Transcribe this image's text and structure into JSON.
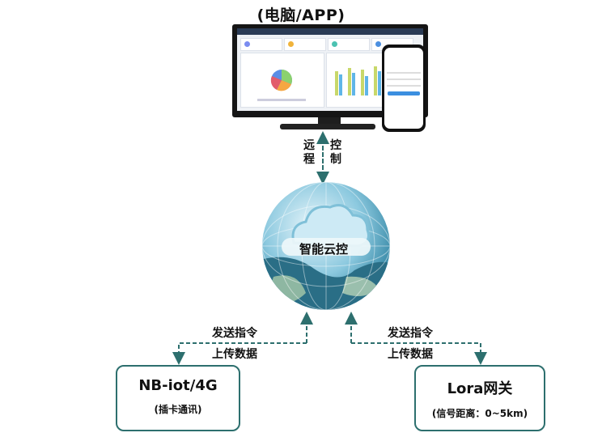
{
  "top_title": "(电脑/APP)",
  "remote_control": {
    "left_chars": [
      "远",
      "程"
    ],
    "right_chars": [
      "控",
      "制"
    ]
  },
  "cloud_label": "智能云控",
  "left_link": {
    "send": "发送指令",
    "upload": "上传数据"
  },
  "right_link": {
    "send": "发送指令",
    "upload": "上传数据"
  },
  "left_box": {
    "title": "NB-iot/4G",
    "subtitle": "(插卡通讯)"
  },
  "right_box": {
    "title": "Lora网关",
    "subtitle": "(信号距离：0~5km)"
  },
  "colors": {
    "arrow": "#2d6f6e",
    "globe_ocean": "#2a8aa8",
    "cloud": "#b9e0ef"
  }
}
